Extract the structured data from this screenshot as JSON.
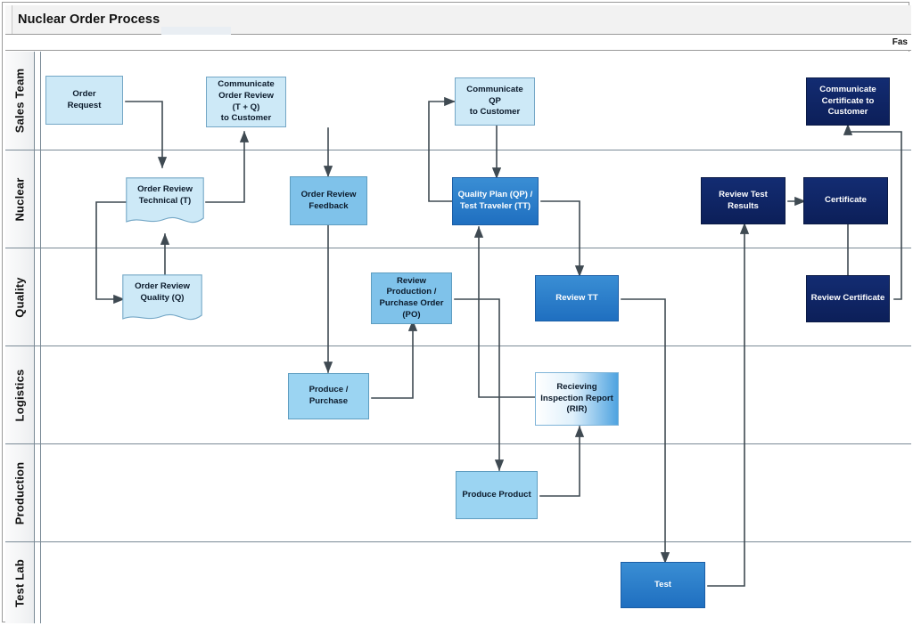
{
  "title": "Nuclear Order Process",
  "header_right_text": "Fas",
  "colors": {
    "pale_blue": "#cde9f7",
    "light_blue": "#9bd4f2",
    "mid_blue": "#7fc2ea",
    "strong_blue": "#1f6fc0",
    "navy": "#0c1f59",
    "lane_border": "#7a8a96",
    "connector": "#3f4a52"
  },
  "lanes": [
    {
      "label": "Sales Team"
    },
    {
      "label": "Nuclear"
    },
    {
      "label": "Quality"
    },
    {
      "label": "Logistics"
    },
    {
      "label": "Production"
    },
    {
      "label": "Test Lab"
    }
  ],
  "nodes": [
    {
      "id": "order-request",
      "label": "Order\nRequest",
      "lane": "Sales Team",
      "style": "pale"
    },
    {
      "id": "communicate-order-review",
      "label": "Communicate\nOrder Review\n(T + Q)\nto Customer",
      "lane": "Sales Team",
      "style": "pale"
    },
    {
      "id": "communicate-qp",
      "label": "Communicate\nQP\nto Customer",
      "lane": "Sales Team",
      "style": "pale"
    },
    {
      "id": "communicate-certificate",
      "label": "Communicate\nCertificate to\nCustomer",
      "lane": "Sales Team",
      "style": "navy"
    },
    {
      "id": "order-review-technical",
      "label": "Order Review\nTechnical (T)",
      "lane": "Nuclear",
      "style": "document"
    },
    {
      "id": "order-review-feedback",
      "label": "Order Review\nFeedback",
      "lane": "Nuclear",
      "style": "mid"
    },
    {
      "id": "quality-plan",
      "label": "Quality Plan (QP) /\nTest Traveler (TT)",
      "lane": "Nuclear",
      "style": "blue"
    },
    {
      "id": "review-test-results",
      "label": "Review Test Results",
      "lane": "Nuclear",
      "style": "navy"
    },
    {
      "id": "certificate",
      "label": "Certificate",
      "lane": "Nuclear",
      "style": "navy"
    },
    {
      "id": "order-review-quality",
      "label": "Order Review\nQuality (Q)",
      "lane": "Quality",
      "style": "document"
    },
    {
      "id": "review-production-po",
      "label": "Review\nProduction /\nPurchase Order\n(PO)",
      "lane": "Quality",
      "style": "mid"
    },
    {
      "id": "review-tt",
      "label": "Review TT",
      "lane": "Quality",
      "style": "blue"
    },
    {
      "id": "review-certificate",
      "label": "Review Certificate",
      "lane": "Quality",
      "style": "navy"
    },
    {
      "id": "produce-purchase",
      "label": "Produce / Purchase",
      "lane": "Logistics",
      "style": "light"
    },
    {
      "id": "receiving-inspection",
      "label": "Recieving\nInspection Report\n(RIR)",
      "lane": "Logistics",
      "style": "grad"
    },
    {
      "id": "produce-product",
      "label": "Produce Product",
      "lane": "Production",
      "style": "light"
    },
    {
      "id": "test",
      "label": "Test",
      "lane": "Test Lab",
      "style": "blue"
    }
  ],
  "connections": [
    {
      "from": "order-request",
      "to": "order-review-technical"
    },
    {
      "from": "order-review-technical",
      "to": "communicate-order-review"
    },
    {
      "from": "order-review-technical",
      "to": "order-review-quality"
    },
    {
      "from": "order-review-quality",
      "to": "order-review-technical"
    },
    {
      "from": "communicate-order-review",
      "to": "order-review-feedback"
    },
    {
      "from": "order-review-feedback",
      "to": "produce-purchase"
    },
    {
      "from": "quality-plan",
      "to": "communicate-qp"
    },
    {
      "from": "communicate-qp",
      "to": "quality-plan"
    },
    {
      "from": "quality-plan",
      "to": "review-tt"
    },
    {
      "from": "produce-purchase",
      "to": "review-production-po"
    },
    {
      "from": "review-production-po",
      "to": "produce-product"
    },
    {
      "from": "produce-product",
      "to": "receiving-inspection"
    },
    {
      "from": "receiving-inspection",
      "to": "quality-plan"
    },
    {
      "from": "review-tt",
      "to": "test"
    },
    {
      "from": "test",
      "to": "review-test-results"
    },
    {
      "from": "review-test-results",
      "to": "certificate"
    },
    {
      "from": "certificate",
      "to": "review-certificate"
    },
    {
      "from": "review-certificate",
      "to": "communicate-certificate"
    }
  ]
}
